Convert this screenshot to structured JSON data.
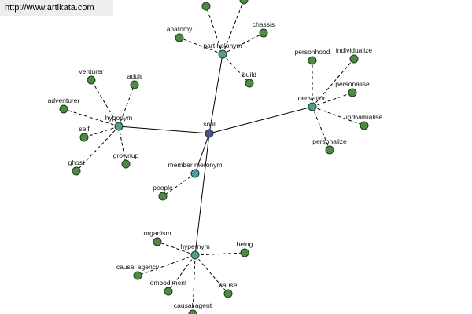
{
  "site_url": "http://www.artikata.com",
  "colors": {
    "center": "#4b4f9c",
    "relation": "#4f9c9a",
    "leaf": "#4f8a45"
  },
  "center": {
    "label": "soul"
  },
  "relations": [
    {
      "label": "part holonym",
      "leaves": [
        "",
        "",
        "anatomy",
        "chassis",
        "build"
      ]
    },
    {
      "label": "derivation",
      "leaves": [
        "personhood",
        "individualize",
        "personalise",
        "individualise",
        "personalize"
      ]
    },
    {
      "label": "hyponym",
      "leaves": [
        "venturer",
        "adult",
        "adventurer",
        "self",
        "ghost",
        "grownup"
      ]
    },
    {
      "label": "member meronym",
      "leaves": [
        "people"
      ]
    },
    {
      "label": "hypernym",
      "leaves": [
        "organism",
        "being",
        "causal agency",
        "embodiment",
        "cause",
        "causal agent"
      ]
    }
  ]
}
